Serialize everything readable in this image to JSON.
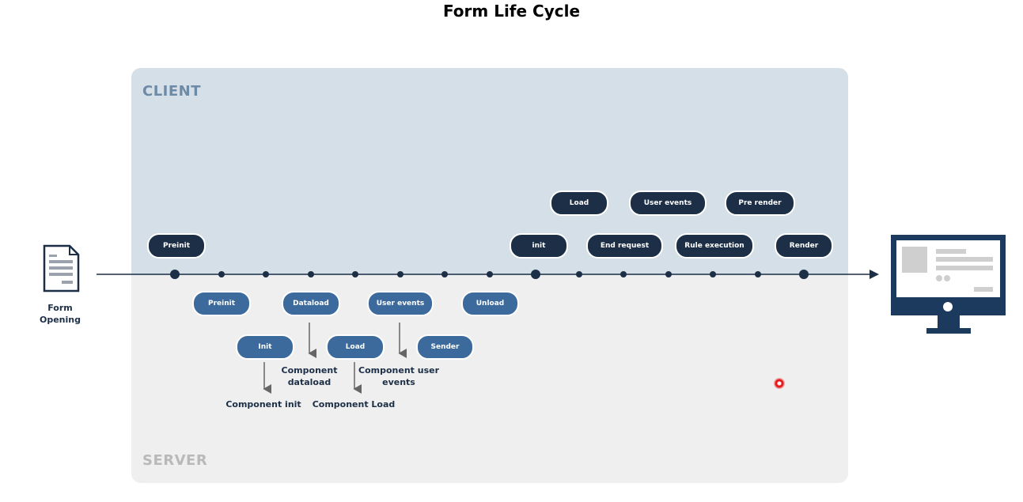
{
  "title": "Form Life Cycle",
  "zones": {
    "client": "CLIENT",
    "server": "SERVER"
  },
  "start": {
    "label": "Form Opening",
    "icon": "document-icon"
  },
  "end": {
    "icon": "monitor-icon"
  },
  "client_steps": {
    "preinit": "Preinit",
    "init": "init",
    "load": "Load",
    "end_request": "End request",
    "user_events": "User events",
    "rule_execution": "Rule execution",
    "pre_render": "Pre render",
    "render": "Render"
  },
  "server_steps": {
    "preinit": "Preinit",
    "init": "Init",
    "dataload": "Dataload",
    "load": "Load",
    "user_events": "User events",
    "sender": "Sender",
    "unload": "Unload"
  },
  "component_steps": {
    "init": "Component init",
    "dataload": "Component dataload",
    "load": "Component Load",
    "user_events": "Component user events"
  },
  "colors": {
    "client_pill": "#1c2f47",
    "server_pill": "#3d6a9c",
    "client_zone": "#d5dfe8",
    "server_zone": "#efefef",
    "timeline": "#1c2f47",
    "arrow": "#666666"
  }
}
